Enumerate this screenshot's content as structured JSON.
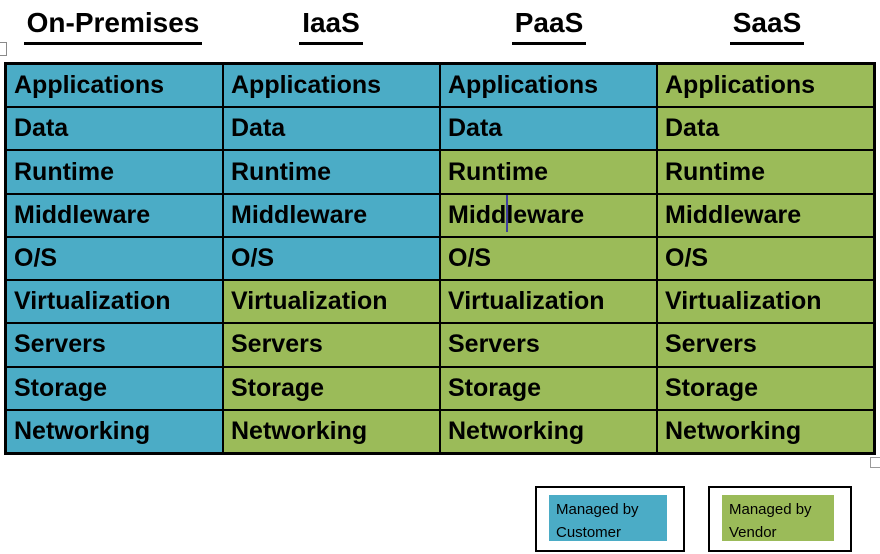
{
  "colors": {
    "customer": "#4BACC6",
    "vendor": "#9BBB59",
    "table_border": "#000000"
  },
  "layers": [
    "Applications",
    "Data",
    "Runtime",
    "Middleware",
    "O/S",
    "Virtualization",
    "Servers",
    "Storage",
    "Networking"
  ],
  "columns": [
    {
      "header": "On-Premises",
      "managed_by": [
        "customer",
        "customer",
        "customer",
        "customer",
        "customer",
        "customer",
        "customer",
        "customer",
        "customer"
      ]
    },
    {
      "header": "IaaS",
      "managed_by": [
        "customer",
        "customer",
        "customer",
        "customer",
        "customer",
        "vendor",
        "vendor",
        "vendor",
        "vendor"
      ]
    },
    {
      "header": "PaaS",
      "managed_by": [
        "customer",
        "customer",
        "vendor",
        "vendor",
        "vendor",
        "vendor",
        "vendor",
        "vendor",
        "vendor"
      ]
    },
    {
      "header": "SaaS",
      "managed_by": [
        "vendor",
        "vendor",
        "vendor",
        "vendor",
        "vendor",
        "vendor",
        "vendor",
        "vendor",
        "vendor"
      ]
    }
  ],
  "legend": [
    {
      "label_line1": "Managed by",
      "label_line2": "Customer",
      "color_key": "customer"
    },
    {
      "label_line1": "Managed by",
      "label_line2": "Vendor",
      "color_key": "vendor"
    }
  ]
}
